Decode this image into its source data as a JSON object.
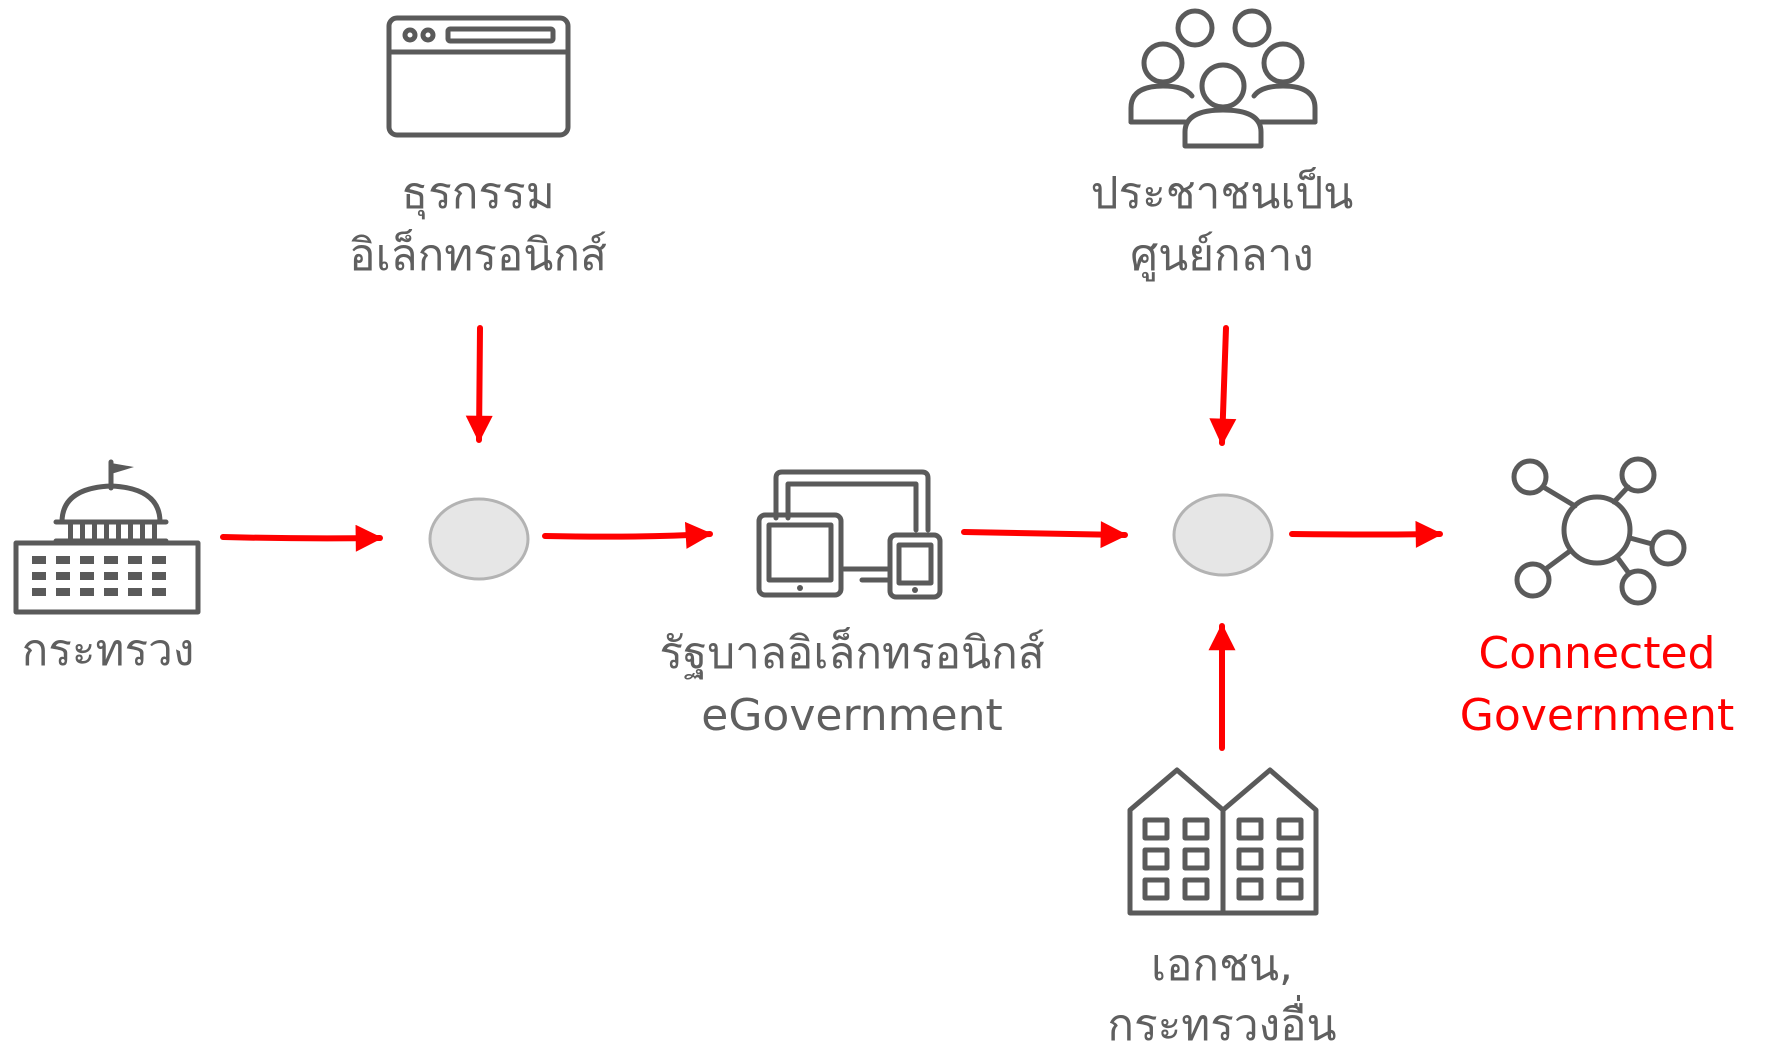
{
  "colors": {
    "accent": "#ff0000",
    "icon": "#5a5a5a",
    "text": "#5f5f5f",
    "junction_fill": "#e6e6e6",
    "junction_stroke": "#b3b3b3"
  },
  "nodes": {
    "ministry": {
      "icon": "government-building-icon",
      "label": "กระทรวง"
    },
    "e_commerce": {
      "icon": "browser-window-icon",
      "label_line1": "ธุรกรรม",
      "label_line2": "อิเล็กทรอนิกส์"
    },
    "e_government": {
      "icon": "multi-device-icon",
      "label_line1": "รัฐบาลอิเล็กทรอนิกส์",
      "label_line2": "eGovernment"
    },
    "citizen_centric": {
      "icon": "people-group-icon",
      "label_line1": "ประชาชนเป็น",
      "label_line2": "ศูนย์กลาง"
    },
    "private_sector": {
      "icon": "office-buildings-icon",
      "label_line1": "เอกชน,",
      "label_line2": "กระทรวงอื่น"
    },
    "connected_government": {
      "icon": "network-hub-icon",
      "label_line1": "Connected",
      "label_line2": "Government"
    }
  },
  "junctions": [
    "junction-1",
    "junction-2"
  ]
}
